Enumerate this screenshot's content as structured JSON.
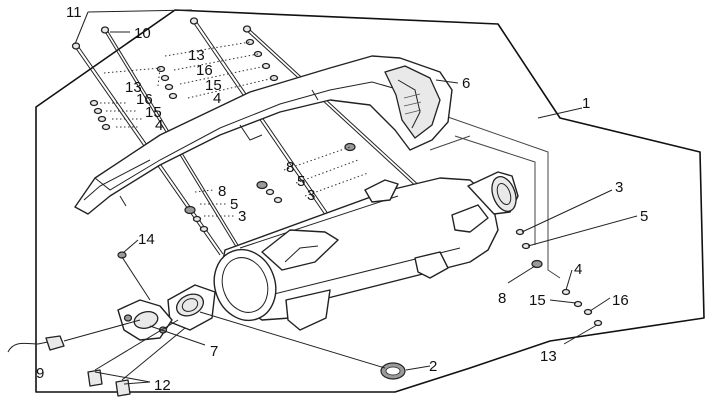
{
  "callouts": {
    "c1": "1",
    "c2": "2",
    "c3a": "3",
    "c3b": "3",
    "c3c": "3",
    "c4a": "4",
    "c4b": "4",
    "c4c": "4",
    "c5a": "5",
    "c5b": "5",
    "c5c": "5",
    "c6": "6",
    "c7": "7",
    "c8a": "8",
    "c8b": "8",
    "c8c": "8",
    "c9": "9",
    "c10": "10",
    "c11": "11",
    "c12": "12",
    "c13a": "13",
    "c13b": "13",
    "c13c": "13",
    "c14": "14",
    "c15a": "15",
    "c15b": "15",
    "c15c": "15",
    "c16a": "16",
    "c16b": "16",
    "c16c": "16"
  }
}
